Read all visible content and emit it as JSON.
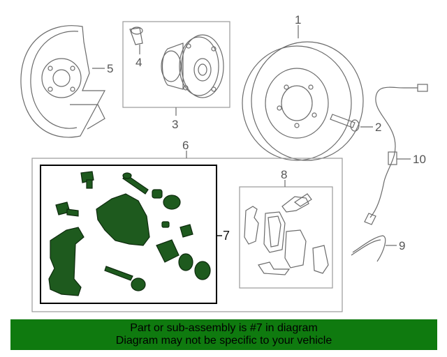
{
  "diagram": {
    "callouts": {
      "c1": "1",
      "c2": "2",
      "c3": "3",
      "c4": "4",
      "c5": "5",
      "c6": "6",
      "c7": "7",
      "c8": "8",
      "c9": "9",
      "c10": "10"
    },
    "highlight_color": "#1e5a1e",
    "line_color": "#6b6b6b"
  },
  "banner": {
    "line1": "Part or sub-assembly is #7 in diagram",
    "line2": "Diagram may not be specific to your vehicle",
    "background": "#0f7a0f"
  }
}
